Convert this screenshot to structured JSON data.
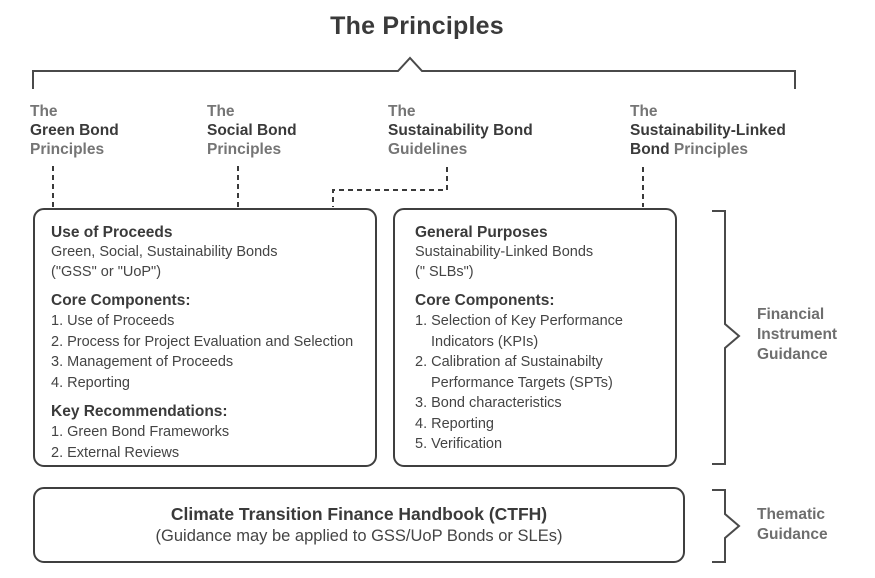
{
  "title": "The Principles",
  "colors": {
    "dark_text": "#3a3a3a",
    "gray_text": "#757575",
    "label_gray": "#6e6e6e",
    "line": "#4a4a4a"
  },
  "headers": [
    {
      "pre": "The",
      "main": "Green Bond",
      "post": "Principles"
    },
    {
      "pre": "The",
      "main": "Social Bond",
      "post": "Principles"
    },
    {
      "pre": "The",
      "main": "Sustainability Bond",
      "post": "Guidelines"
    },
    {
      "pre": "The",
      "main": "Sustainability-Linked",
      "main2": "Bond",
      "post": "Principles"
    }
  ],
  "left_box": {
    "heading": "Use of Proceeds",
    "subline1": "Green, Social, Sustainability Bonds",
    "subline2": "(\"GSS\" or \"UoP\")",
    "core_heading": "Core Components:",
    "core_items": [
      "1. Use of Proceeds",
      "2. Process for Project Evaluation and Selection",
      "3. Management of Proceeds",
      "4. Reporting"
    ],
    "key_heading": "Key Recommendations:",
    "key_items": [
      "1. Green Bond Frameworks",
      "2. External Reviews"
    ]
  },
  "right_box": {
    "heading": "General Purposes",
    "subline1": "Sustainability-Linked Bonds",
    "subline2": "(\" SLBs\")",
    "core_heading": "Core Components:",
    "core_items": [
      "1. Selection of Key Performance\nIndicators (KPIs)",
      "2. Calibration af Sustainabilty\nPerformance Targets (SPTs)",
      "3. Bond characteristics",
      "4. Reporting",
      "5. Verification"
    ]
  },
  "bottom_box": {
    "line1": "Climate Transition Finance Handbook (CTFH)",
    "line2": "(Guidance may be applied to GSS/UoP Bonds or SLEs)"
  },
  "brace_labels": {
    "financial": "Financial\nInstrument\nGuidance",
    "thematic": "Thematic\nGuidance"
  }
}
